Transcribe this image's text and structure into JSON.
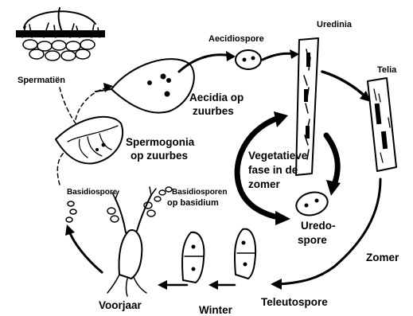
{
  "labels": {
    "spermatien": "Spermatiën",
    "aecidiospore": "Aecidiospore",
    "uredinia": "Uredinia",
    "telia": "Telia",
    "aecidia_1": "Aecidia op",
    "aecidia_2": "zuurbes",
    "spermogonia_1": "Spermogonia",
    "spermogonia_2": "op  zuurbes",
    "vegetatieve_1": "Vegetatieve",
    "vegetatieve_2": "fase in de",
    "vegetatieve_3": "zomer",
    "basidiospore": "Basidiospore",
    "basidiosporen_1": "Basidiosporen",
    "basidiosporen_2": "op basidium",
    "uredo_1": "Uredo-",
    "uredo_2": "spore",
    "zomer": "Zomer",
    "teleutospore": "Teleutospore",
    "winter": "Winter",
    "voorjaar": "Voorjaar"
  },
  "colors": {
    "ink": "#000000",
    "background": "#ffffff"
  }
}
